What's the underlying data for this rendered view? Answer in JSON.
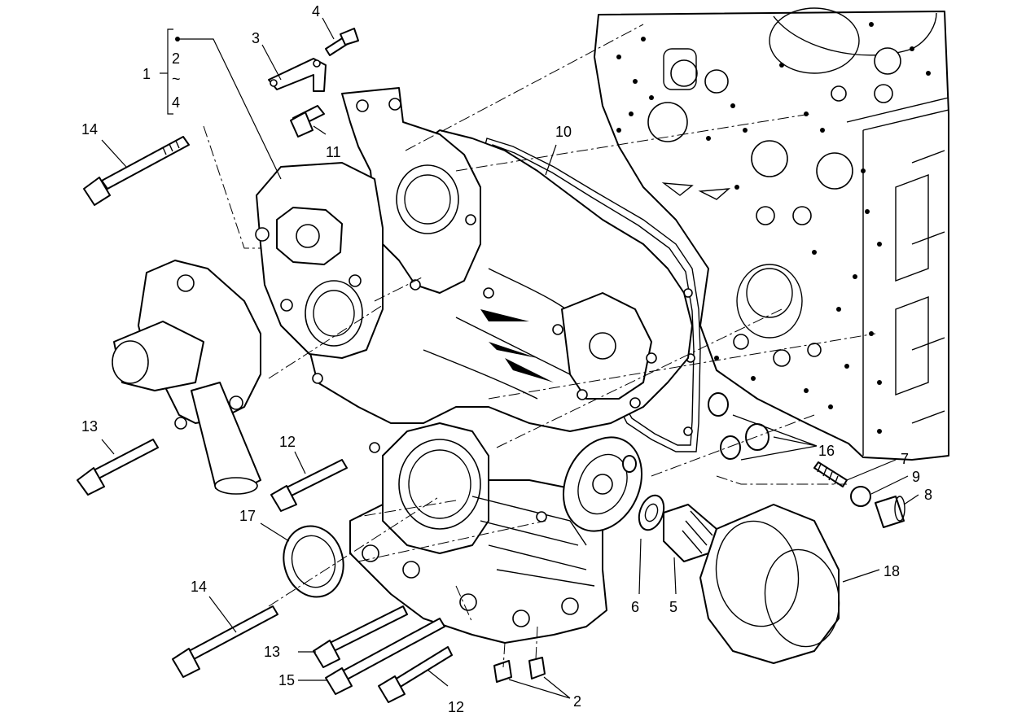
{
  "diagram": {
    "labels": [
      {
        "id": "p1",
        "text": "1"
      },
      {
        "id": "p1-range-start",
        "text": "2"
      },
      {
        "id": "p1-range-sep",
        "text": "~"
      },
      {
        "id": "p1-range-end",
        "text": "4"
      },
      {
        "id": "p3",
        "text": "3"
      },
      {
        "id": "p4",
        "text": "4"
      },
      {
        "id": "p10",
        "text": "10"
      },
      {
        "id": "p11",
        "text": "11"
      },
      {
        "id": "p14-top",
        "text": "14"
      },
      {
        "id": "p13-left",
        "text": "13"
      },
      {
        "id": "p12-mid",
        "text": "12"
      },
      {
        "id": "p17",
        "text": "17"
      },
      {
        "id": "p14-bottom",
        "text": "14"
      },
      {
        "id": "p13-bottom",
        "text": "13"
      },
      {
        "id": "p15",
        "text": "15"
      },
      {
        "id": "p12-bottom",
        "text": "12"
      },
      {
        "id": "p2",
        "text": "2"
      },
      {
        "id": "p6",
        "text": "6"
      },
      {
        "id": "p5",
        "text": "5"
      },
      {
        "id": "p16",
        "text": "16"
      },
      {
        "id": "p7",
        "text": "7"
      },
      {
        "id": "p9",
        "text": "9"
      },
      {
        "id": "p8",
        "text": "8"
      },
      {
        "id": "p18",
        "text": "18"
      }
    ]
  }
}
